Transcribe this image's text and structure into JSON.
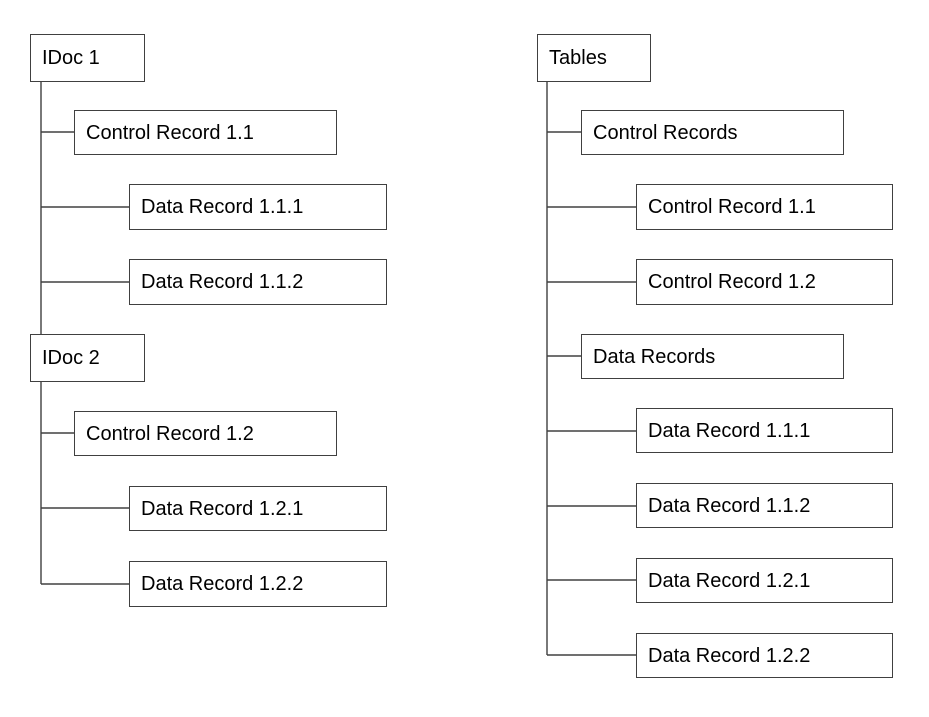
{
  "diagram": {
    "styles": {
      "background": "#ffffff",
      "box_border_color": "#404040",
      "connector_color": "#404040",
      "text_color": "#000000"
    },
    "left_tree": {
      "groups": [
        {
          "root": "IDoc 1",
          "children": [
            "Control Record 1.1",
            "Data Record 1.1.1",
            "Data Record 1.1.2"
          ]
        },
        {
          "root": "IDoc 2",
          "children": [
            "Control Record 1.2",
            "Data Record 1.2.1",
            "Data Record 1.2.2"
          ]
        }
      ]
    },
    "right_tree": {
      "root": "Tables",
      "groups": [
        {
          "header": "Control Records",
          "items": [
            "Control Record 1.1",
            "Control Record 1.2"
          ]
        },
        {
          "header": "Data Records",
          "items": [
            "Data Record 1.1.1",
            "Data Record 1.1.2",
            "Data Record 1.2.1",
            "Data Record 1.2.2"
          ]
        }
      ]
    }
  }
}
